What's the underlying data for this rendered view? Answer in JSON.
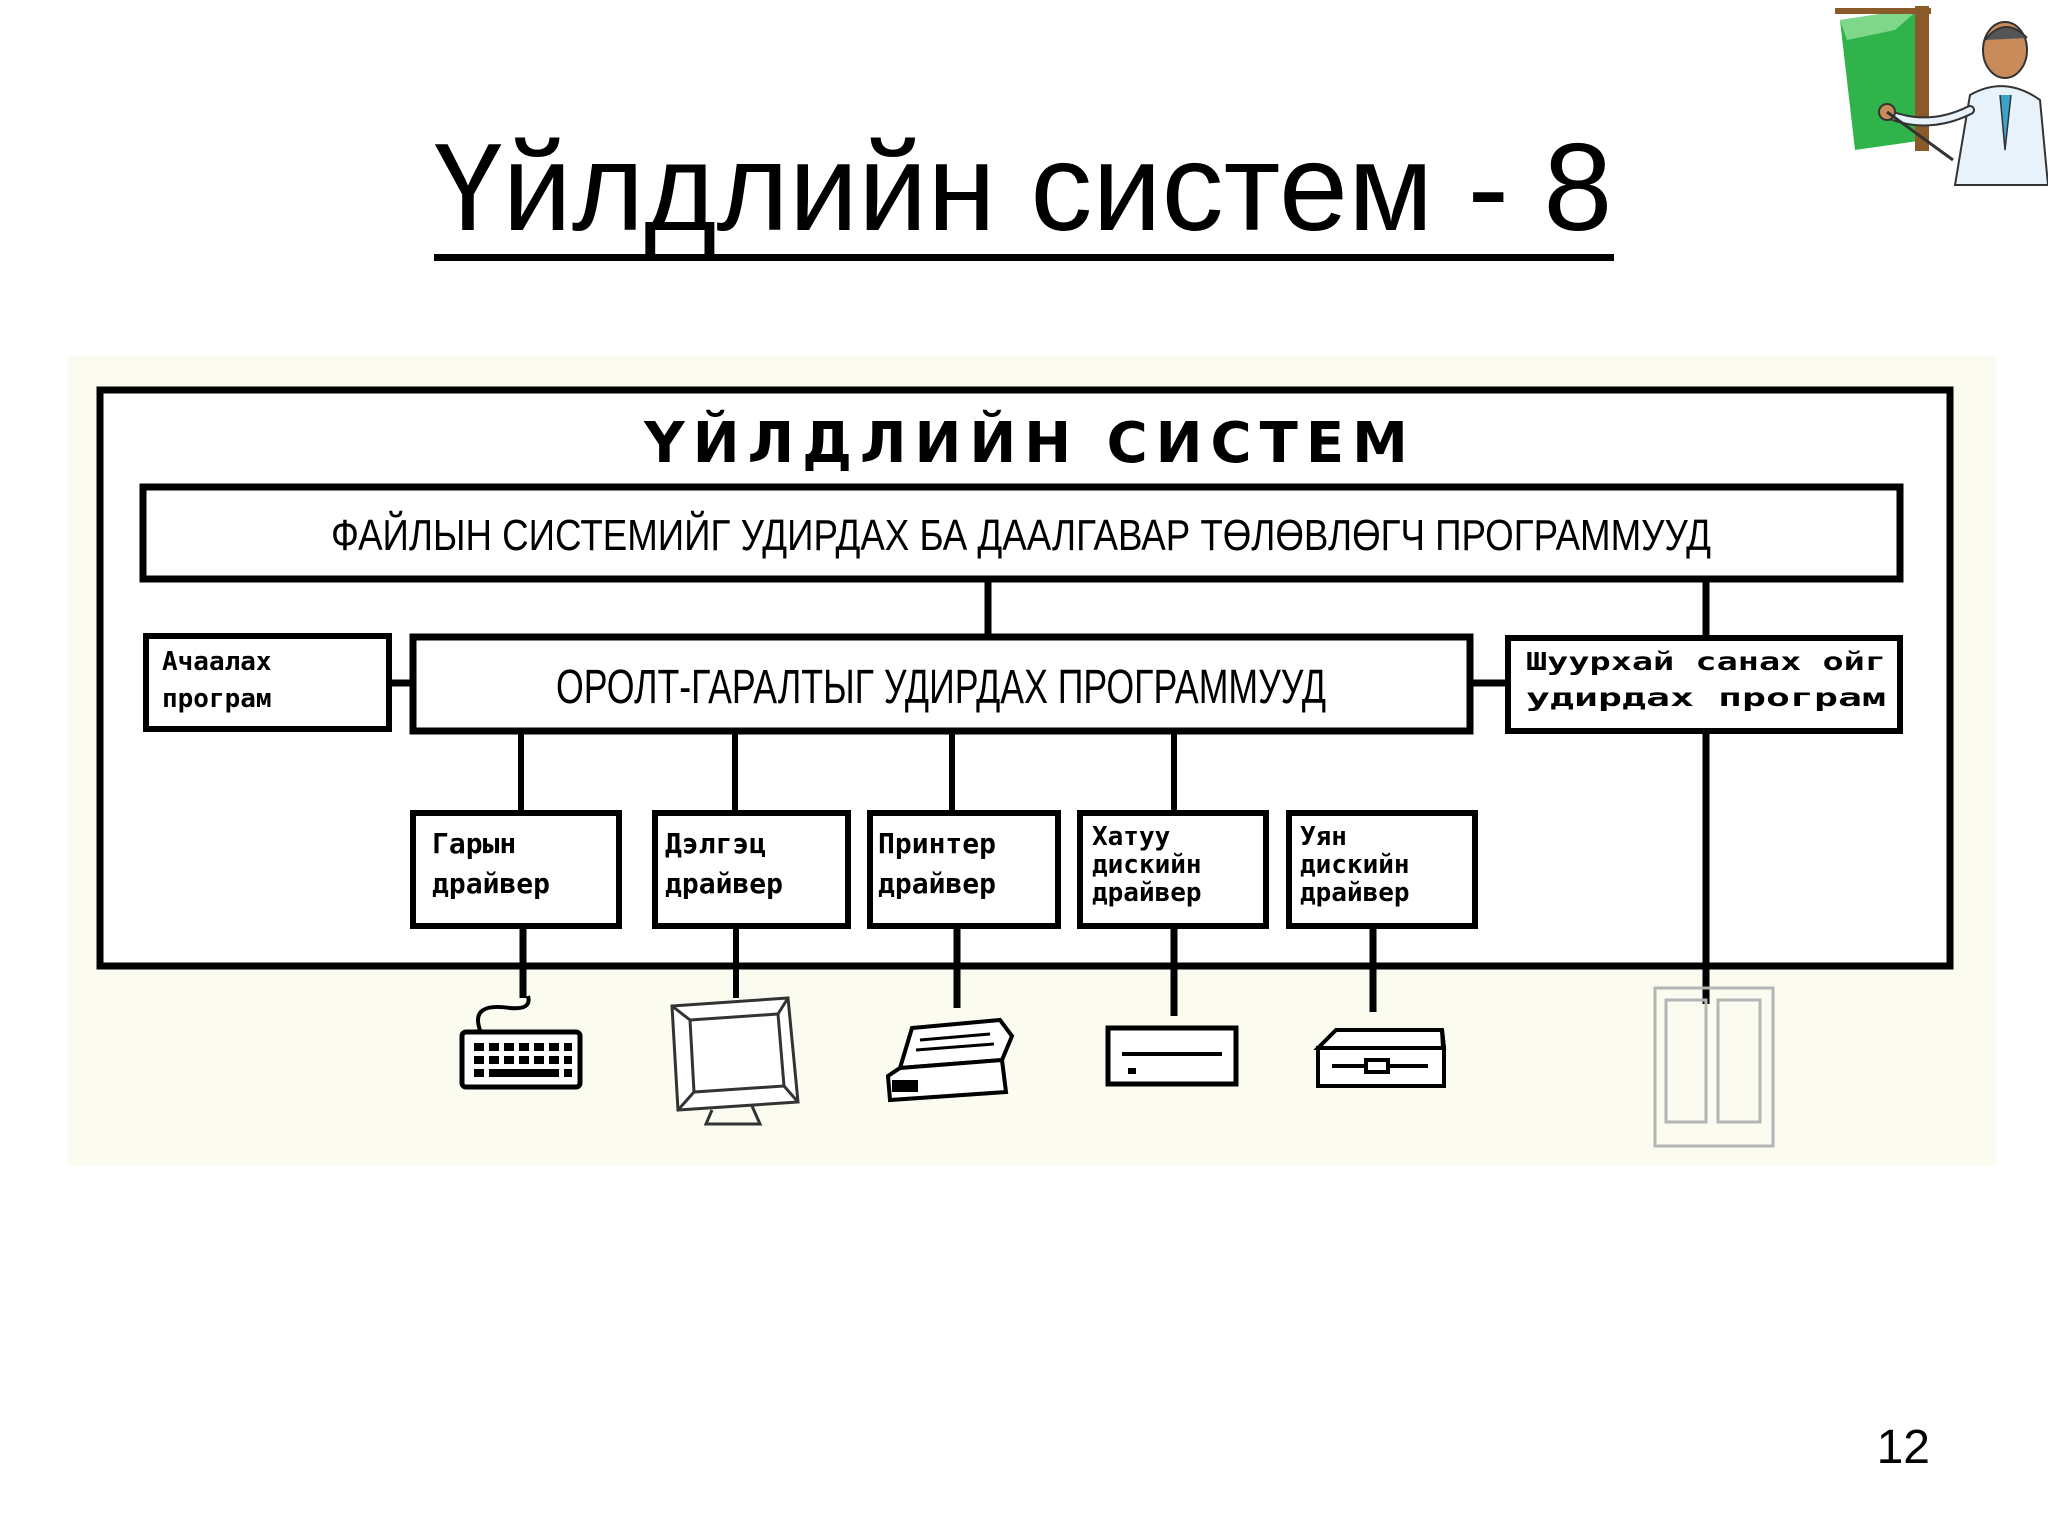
{
  "slide": {
    "title": "Үйлдлийн систем - 8",
    "page_number": "12"
  },
  "diagram": {
    "outer_title": "ҮЙЛДЛИЙН СИСТЕМ",
    "top_box": "ФАЙЛЫН СИСТЕМИЙГ УДИРДАХ БА ДААЛГАВАР ТӨЛӨВЛӨГЧ ПРОГРАММУУД",
    "io_box": "ОРОЛТ-ГАРАЛТЫГ УДИРДАХ ПРОГРАММУУД",
    "loader_box": [
      "Ачаалах",
      "програм"
    ],
    "memory_box": [
      "Шуурхай санах ойг",
      "удирдах програм"
    ],
    "drivers": [
      [
        "Гарын",
        "драйвер"
      ],
      [
        "Дэлгэц",
        "драйвер"
      ],
      [
        "Принтер",
        "драйвер"
      ],
      [
        "Хатуу",
        "дискийн",
        "драйвер"
      ],
      [
        "Уян",
        "дискийн",
        "драйвер"
      ]
    ],
    "devices": [
      "keyboard-icon",
      "monitor-icon",
      "printer-icon",
      "hard-disk-icon",
      "floppy-drive-icon",
      "memory-icon"
    ],
    "colors": {
      "background": "#fbfbf0",
      "line": "#000000",
      "box_fill": "#ffffff"
    }
  }
}
